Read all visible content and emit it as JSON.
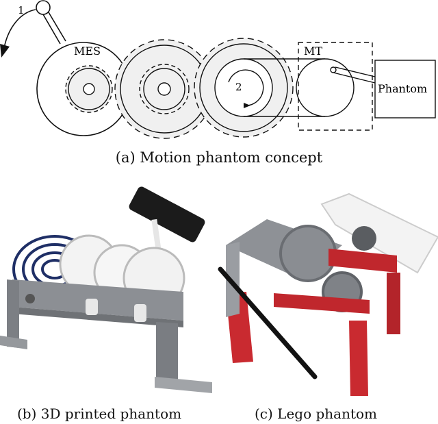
{
  "figure": {
    "panel_a": {
      "caption": "(a) Motion phantom concept",
      "labels": {
        "arrow_number": "1",
        "mes": "MES",
        "rotation_number": "2",
        "mt": "MT",
        "phantom": "Phantom"
      }
    },
    "panel_b": {
      "caption": "(b) 3D printed phantom"
    },
    "panel_c": {
      "caption": "(c) Lego phantom"
    }
  }
}
